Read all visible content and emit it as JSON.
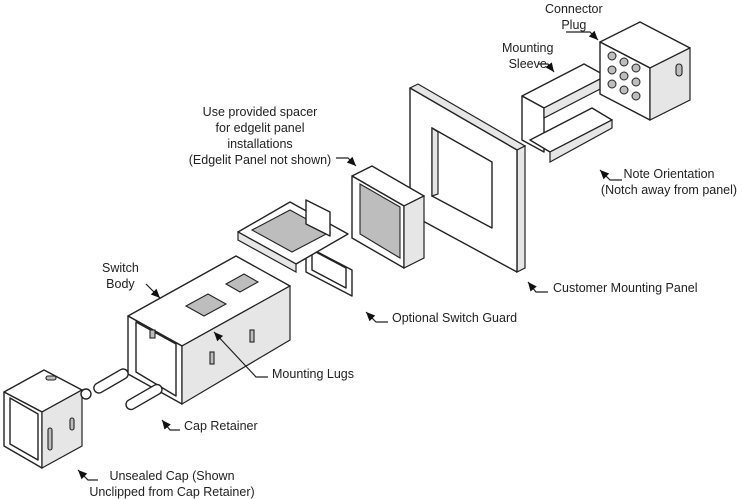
{
  "labels": {
    "connector_plug": [
      "Connector",
      "Plug"
    ],
    "mounting_sleeve": [
      "Mounting",
      "Sleeve"
    ],
    "spacer_note": [
      "Use provided spacer",
      "for edgelit panel",
      "installations",
      "(Edgelit Panel not shown)"
    ],
    "note_orientation": [
      "Note Orientation",
      "(Notch away from panel)"
    ],
    "switch_body": [
      "Switch",
      "Body"
    ],
    "customer_mounting_panel": "Customer Mounting Panel",
    "optional_switch_guard": "Optional Switch Guard",
    "mounting_lugs": "Mounting Lugs",
    "cap_retainer": "Cap Retainer",
    "unsealed_cap": [
      "Unsealed Cap (Shown",
      "Unclipped from Cap Retainer)"
    ]
  }
}
